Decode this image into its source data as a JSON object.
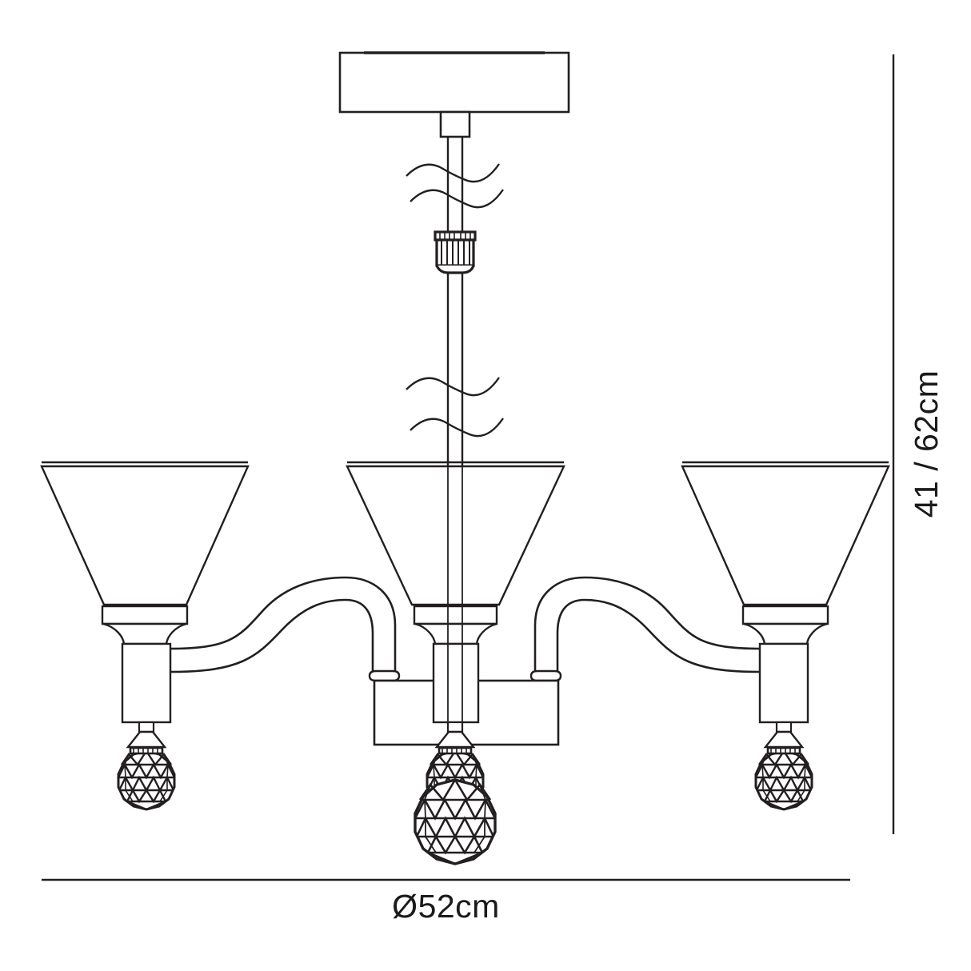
{
  "drawing": {
    "title": "Ceiling Light Technical Dimension Drawing",
    "product_type": "3-arm semi-flush chandelier with conical shades and faceted crystal drops",
    "line_color": "#231f20",
    "background_color": "#ffffff",
    "fill_color": "#ffffff"
  },
  "dimensions": {
    "width_label": "Ø52cm",
    "width_value": 52,
    "width_unit": "cm",
    "height_label": "41 / 62cm",
    "height_min": 41,
    "height_max": 62,
    "height_unit": "cm"
  },
  "components": {
    "ceiling_plate": "ceiling-mount-plate",
    "drop_rod": "suspension-rod",
    "rod_connector": "ribbed-rod-connector",
    "break_lines": "rod-break-symbol",
    "center_shade": "center-cone-shade",
    "left_shade": "left-cone-shade",
    "right_shade": "right-cone-shade",
    "arms": "curved-s-arms",
    "center_body": "central-housing-box",
    "crystals": "faceted-crystal-balls",
    "large_crystal": "large-faceted-crystal-pendant"
  },
  "counts": {
    "shades": 3,
    "arms": 2,
    "small_crystals": 3,
    "large_crystals": 1
  }
}
